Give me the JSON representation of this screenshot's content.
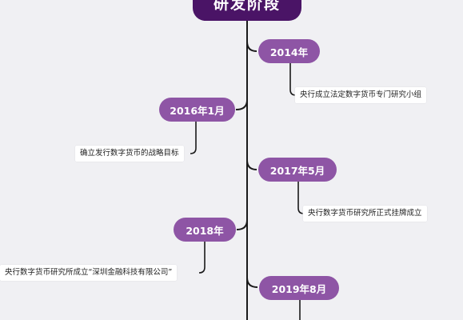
{
  "root": {
    "title": "研发阶段"
  },
  "milestones": [
    {
      "date": "2014年",
      "event": "央行成立法定数字货币专门研究小组"
    },
    {
      "date": "2016年1月",
      "event": "确立发行数字货币的战略目标"
    },
    {
      "date": "2017年5月",
      "event": "央行数字货币研究所正式挂牌成立"
    },
    {
      "date": "2018年",
      "event": "央行数字货币研究所成立“深圳金融科技有限公司”"
    },
    {
      "date": "2019年8月",
      "event": ""
    }
  ],
  "colors": {
    "background": "#f0f0f3",
    "root": "#4a1466",
    "milestone": "#8e55a5",
    "line": "#1a1a1a",
    "note": "#ffffff"
  }
}
